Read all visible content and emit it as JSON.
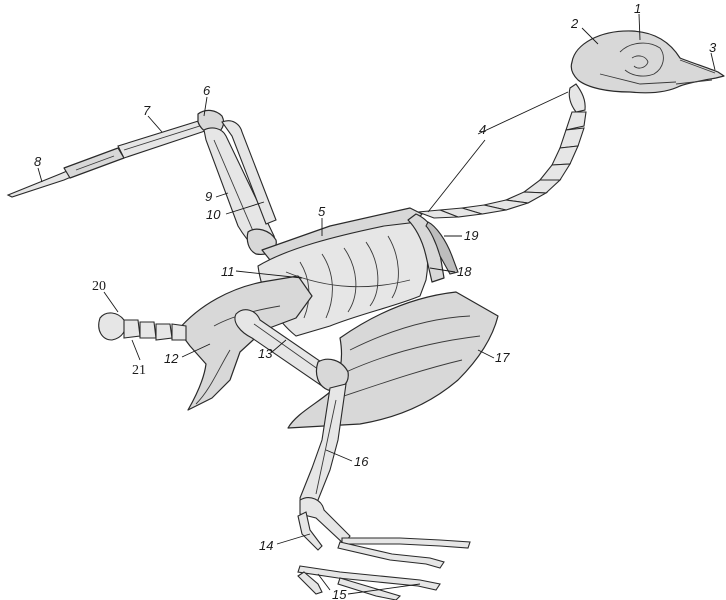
{
  "figure": {
    "subject": "bird-skeleton-labeled",
    "labels": [
      {
        "id": "1",
        "text": "1",
        "style": "italic"
      },
      {
        "id": "2",
        "text": "2",
        "style": "italic"
      },
      {
        "id": "3",
        "text": "3",
        "style": "italic"
      },
      {
        "id": "4",
        "text": "4",
        "style": "italic"
      },
      {
        "id": "5",
        "text": "5",
        "style": "italic"
      },
      {
        "id": "6",
        "text": "6",
        "style": "italic"
      },
      {
        "id": "7",
        "text": "7",
        "style": "italic"
      },
      {
        "id": "8",
        "text": "8",
        "style": "italic"
      },
      {
        "id": "9",
        "text": "9",
        "style": "italic"
      },
      {
        "id": "10",
        "text": "10",
        "style": "italic"
      },
      {
        "id": "11",
        "text": "11",
        "style": "italic"
      },
      {
        "id": "12",
        "text": "12",
        "style": "italic"
      },
      {
        "id": "13",
        "text": "13",
        "style": "italic"
      },
      {
        "id": "14",
        "text": "14",
        "style": "italic"
      },
      {
        "id": "15",
        "text": "15",
        "style": "italic"
      },
      {
        "id": "16",
        "text": "16",
        "style": "italic"
      },
      {
        "id": "17",
        "text": "17",
        "style": "italic"
      },
      {
        "id": "18",
        "text": "18",
        "style": "italic"
      },
      {
        "id": "19",
        "text": "19",
        "style": "italic"
      },
      {
        "id": "20",
        "text": "20",
        "style": "serif"
      },
      {
        "id": "21",
        "text": "21",
        "style": "serif"
      }
    ]
  }
}
